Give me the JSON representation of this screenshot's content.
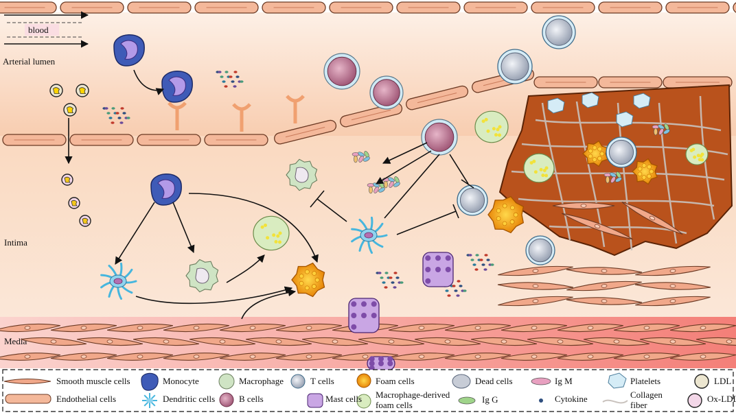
{
  "labels": {
    "blood": "blood",
    "arterial_lumen": "Arterial lumen",
    "intima": "Intima",
    "media": "Media"
  },
  "legend": {
    "smooth_muscle": "Smooth muscle cells",
    "endothelial": "Endothelial cells",
    "monocyte": "Monocyte",
    "dendritic": "Dendritic cells",
    "macrophage": "Macrophage",
    "b_cells": "B cells",
    "t_cells": "T cells",
    "mast_cells": "Mast cells",
    "foam_cells": "Foam cells",
    "mdfc_line1": "Macrophage-derived",
    "mdfc_line2": "foam cells",
    "dead_cells": "Dead cells",
    "ig_g": "Ig G",
    "ig_m": "Ig M",
    "cytokine": "Cytokine",
    "platelets": "Platelets",
    "collagen_line1": "Collagen",
    "collagen_line2": "fiber",
    "ldl": "LDL",
    "ox_ldl": "Ox-LDL"
  },
  "colors": {
    "lumen_bg": "#fbe3cf",
    "intima_bg": "#f9d9bf",
    "media_bg": "#f7a9a0",
    "endothelial": "#f4b89a",
    "smooth_muscle": "#f1a88a",
    "plaque": "#b9521c",
    "monocyte": "#3f5bb7",
    "b_cell": "#c98aa0",
    "t_cell": "#c7ccd6",
    "foam": "#f39a11",
    "mdfc": "#d9ecc0",
    "mast": "#7e4ca8",
    "dendritic": "#46b6de",
    "macrophage": "#cfe4c4"
  }
}
